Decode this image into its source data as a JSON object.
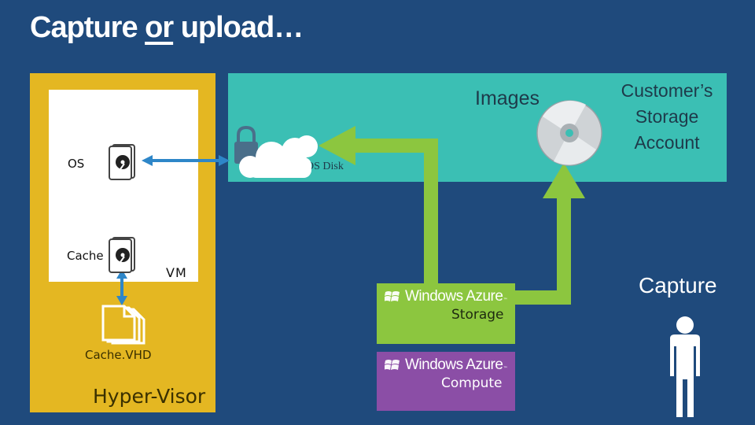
{
  "title": {
    "before": "Capture ",
    "emphasis": "or",
    "after": " upload…"
  },
  "hypervisor": {
    "label": "Hyper-Visor"
  },
  "vm": {
    "label": "VM",
    "os_label": "OS",
    "cache_label": "Cache"
  },
  "cache_vhd": {
    "label": "Cache.VHD"
  },
  "storage_account": {
    "images_label": "Images",
    "os_disk_label": "OS Disk",
    "account_label_line1": "Customer’s",
    "account_label_line2": "Storage",
    "account_label_line3": "Account"
  },
  "azure_storage": {
    "brand": "Windows Azure",
    "tm": "™",
    "service": "Storage"
  },
  "azure_compute": {
    "brand": "Windows Azure",
    "tm": "™",
    "service": "Compute"
  },
  "capture": {
    "label": "Capture"
  },
  "colors": {
    "background": "#1f4a7c",
    "hypervisor": "#e4b722",
    "storage_panel": "#3bbfb4",
    "azure_storage": "#8cc63f",
    "azure_compute": "#8b4ea6",
    "arrow_blue": "#2e86c8",
    "arrow_green": "#8cc63f"
  }
}
